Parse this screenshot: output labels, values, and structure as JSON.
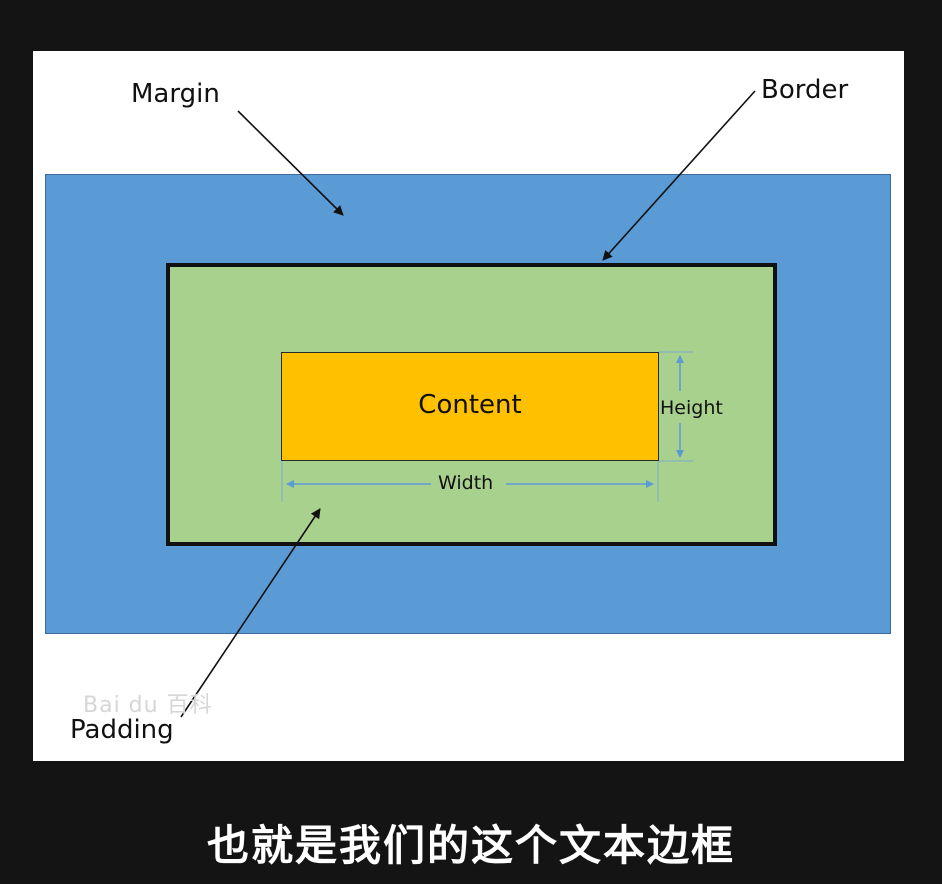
{
  "diagram": {
    "labels": {
      "margin": "Margin",
      "border": "Border",
      "padding": "Padding",
      "content": "Content",
      "height": "Height",
      "width": "Width"
    },
    "watermark": "Bai du 百科"
  },
  "subtitle": "也就是我们的这个文本边框",
  "colors": {
    "margin": "#5b9bd5",
    "padding": "#a9d18e",
    "content": "#ffc000",
    "border": "#111111",
    "dimension_arrows": "#5b9bd5",
    "background": "#141414"
  }
}
